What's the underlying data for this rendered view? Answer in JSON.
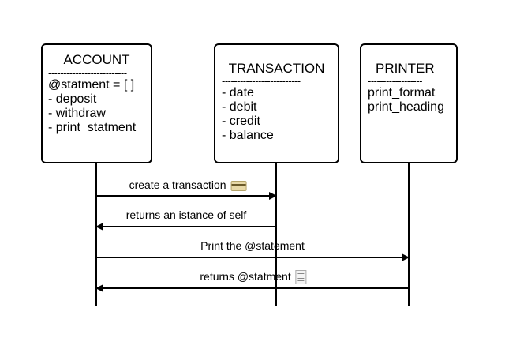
{
  "account": {
    "title": "ACCOUNT",
    "separator": "--------------------------",
    "items": [
      "@statment = [ ]",
      "- deposit",
      "- withdraw",
      "- print_statment"
    ]
  },
  "transaction": {
    "title": "TRANSACTION",
    "separator": "--------------------------",
    "items": [
      "- date",
      "- debit",
      "- credit",
      "- balance"
    ]
  },
  "printer": {
    "title": "PRINTER",
    "separator": "------------------",
    "items": [
      "print_format",
      "print_heading"
    ]
  },
  "messages": [
    {
      "label": "create a transaction",
      "from": "account",
      "to": "transaction",
      "icon": "credit-card-icon"
    },
    {
      "label": "returns an istance of self",
      "from": "transaction",
      "to": "account",
      "icon": ""
    },
    {
      "label": "Print the @statement",
      "from": "account",
      "to": "printer",
      "icon": ""
    },
    {
      "label": "returns @statment",
      "from": "printer",
      "to": "account",
      "icon": "receipt-icon"
    }
  ]
}
